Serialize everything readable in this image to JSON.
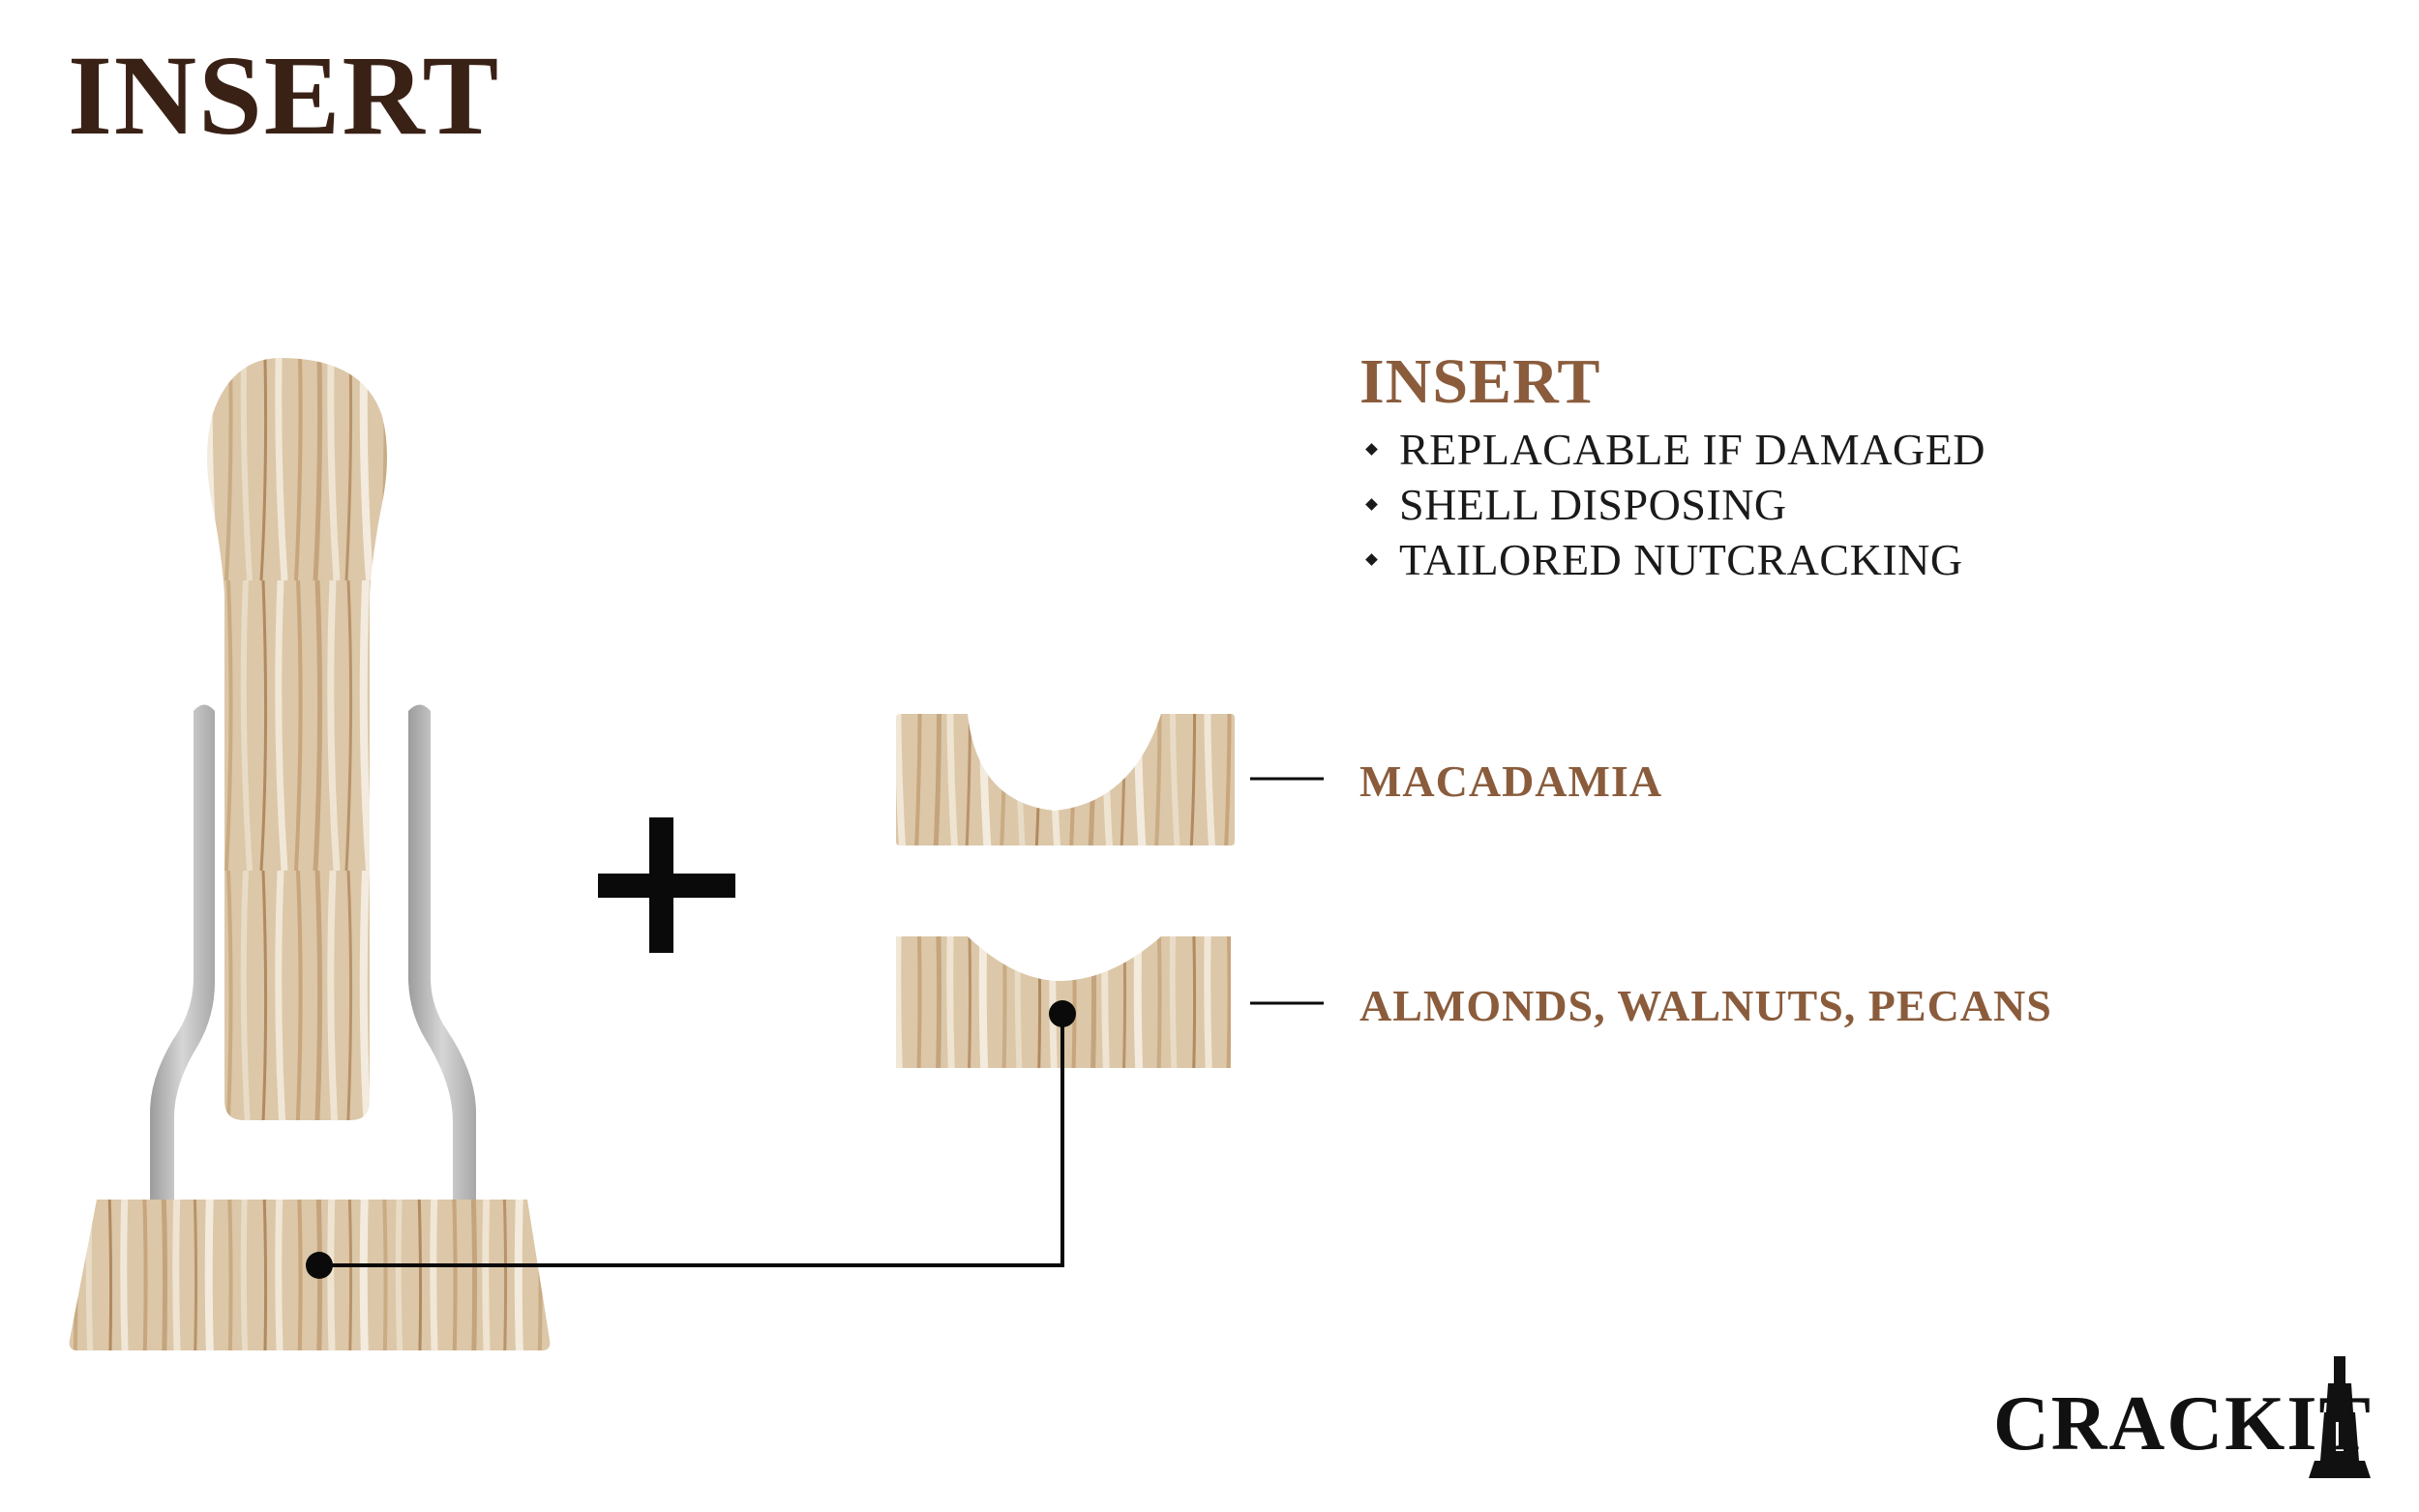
{
  "page": {
    "title": "INSERT"
  },
  "info": {
    "heading": "INSERT",
    "items": [
      "REPLACABLE IF DAMAGED",
      "SHELL DISPOSING",
      "TAILORED NUTCRACKING"
    ]
  },
  "callouts": {
    "macadamia": "MACADAMIA",
    "almonds": "ALMONDS, WALNUTS, PECANS"
  },
  "brand": {
    "name": "CRACKIT"
  },
  "colors": {
    "title": "#3a2116",
    "accent": "#8a5c3c",
    "wood": "#d8c3a5",
    "metal": "#bdbdbd"
  }
}
